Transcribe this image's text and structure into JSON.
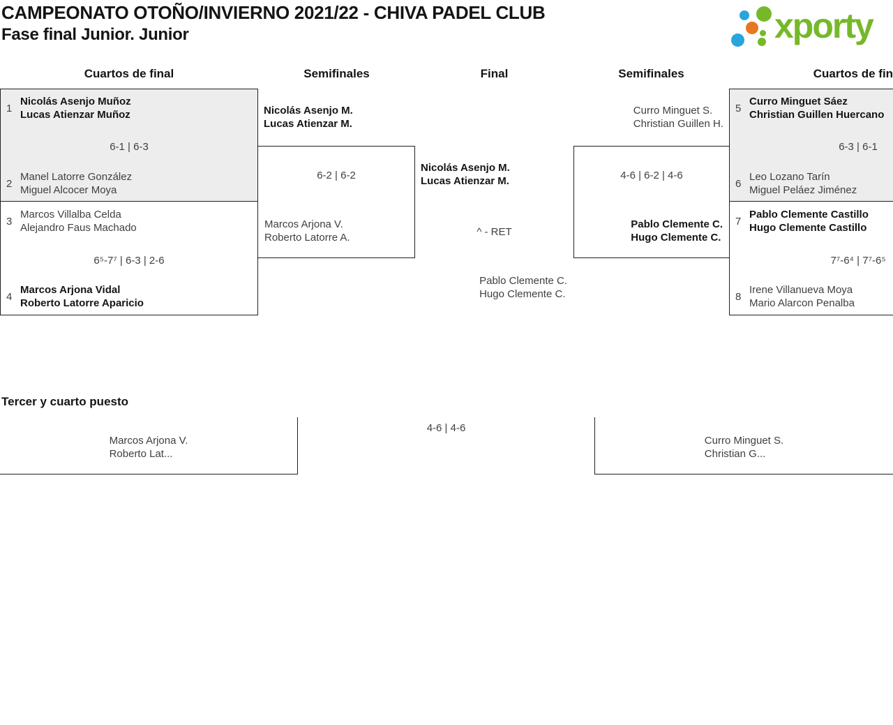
{
  "header": {
    "title": "CAMPEONATO OTOÑO/INVIERNO 2021/22 - CHIVA PADEL CLUB",
    "subtitle": "Fase final Junior. Junior",
    "logo_text": "xporty"
  },
  "colors": {
    "logo_green": "#76b82a",
    "logo_blue": "#2aa5dc",
    "logo_orange": "#e87722",
    "box_gray": "#ededed",
    "line": "#202020"
  },
  "columns": [
    "Cuartos de final",
    "Semifinales",
    "Final",
    "Semifinales",
    "Cuartos de final"
  ],
  "quarterfinals": [
    {
      "seed_top": "1",
      "top1": "Nicolás Asenjo Muñoz",
      "top2": "Lucas Atienzar Muñoz",
      "score": "6-1 | 6-3",
      "seed_bottom": "2",
      "bottom1": "Manel Latorre González",
      "bottom2": "Miguel Alcocer Moya"
    },
    {
      "seed_top": "3",
      "top1": "Marcos Villalba Celda",
      "top2": "Alejandro Faus Machado",
      "score": "6⁵-7⁷ | 6-3 | 2-6",
      "seed_bottom": "4",
      "bottom1": "Marcos Arjona Vidal",
      "bottom2": "Roberto Latorre Aparicio"
    },
    {
      "seed_top": "5",
      "top1": "Curro Minguet Sáez",
      "top2": "Christian Guillen Huercano",
      "score": "6-3 | 6-1",
      "seed_bottom": "6",
      "bottom1": "Leo Lozano Tarín",
      "bottom2": "Miguel Peláez Jiménez"
    },
    {
      "seed_top": "7",
      "top1": "Pablo Clemente Castillo",
      "top2": "Hugo Clemente Castillo",
      "score": "7⁷-6⁴ | 7⁷-6⁵",
      "seed_bottom": "8",
      "bottom1": "Irene Villanueva Moya",
      "bottom2": "Mario Alarcon Penalba"
    }
  ],
  "semifinals": [
    {
      "top1": "Nicolás Asenjo M.",
      "top2": "Lucas Atienzar M.",
      "score": "6-2 | 6-2",
      "bottom1": "Marcos Arjona V.",
      "bottom2": "Roberto Latorre A."
    },
    {
      "top1": "Curro Minguet S.",
      "top2": "Christian Guillen H.",
      "score": "4-6 | 6-2 | 4-6",
      "bottom1": "Pablo Clemente C.",
      "bottom2": "Hugo Clemente C."
    }
  ],
  "final": {
    "top1": "Nicolás Asenjo M.",
    "top2": "Lucas Atienzar M.",
    "score": "^ - RET",
    "bottom1": "Pablo Clemente C.",
    "bottom2": "Hugo Clemente C."
  },
  "third_place": {
    "heading": "Tercer y cuarto puesto",
    "left1": "Marcos Arjona V.",
    "left2": "Roberto Lat...",
    "score": "4-6 | 4-6",
    "right1": "Curro Minguet S.",
    "right2": "Christian G..."
  }
}
